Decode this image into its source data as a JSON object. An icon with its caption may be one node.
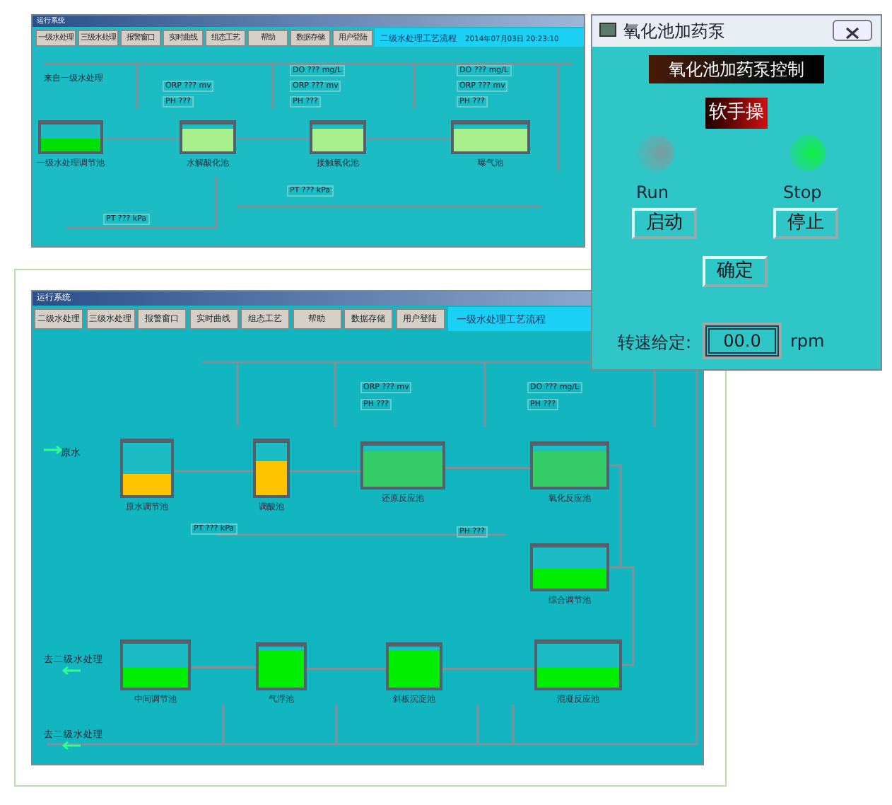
{
  "diagram": {
    "nodes": [
      {
        "text": [
          "运行系统"
        ]
      },
      {
        "text": [
          "一级水处理调节池"
        ],
        "in": 0
      },
      {
        "text": [
          "水解酸化池"
        ],
        "in": 0
      },
      {
        "text": [
          "接触氧化池"
        ],
        "in": 0
      },
      {
        "text": [
          "曝气池"
        ],
        "in": 0
      },
      {
        "text": [
          "氧化池加药泵"
        ]
      },
      {
        "text": [
          "运行系统"
        ]
      },
      {
        "text": [
          "原水调节池"
        ],
        "in": 6
      },
      {
        "text": [
          "调酸池"
        ],
        "in": 6
      },
      {
        "text": [
          "还原反应池"
        ],
        "in": 6
      },
      {
        "text": [
          "氧化反应池"
        ],
        "in": 6
      },
      {
        "text": [
          "综合调节池"
        ],
        "in": 6
      },
      {
        "text": [
          "中间调节池"
        ],
        "in": 6
      },
      {
        "text": [
          "气浮池"
        ],
        "in": 6
      },
      {
        "text": [
          "斜板沉淀池"
        ],
        "in": 6
      },
      {
        "text": [
          "混凝反应池"
        ],
        "in": 6
      }
    ],
    "edges": [
      {
        "from": 1,
        "to": 2,
        "arrow": "none"
      },
      {
        "from": 2,
        "to": 3,
        "arrow": "none"
      },
      {
        "from": 3,
        "to": 4,
        "arrow": "none"
      },
      {
        "from": 7,
        "to": 8,
        "arrow": "none"
      },
      {
        "from": 8,
        "to": 9,
        "arrow": "none"
      },
      {
        "from": 9,
        "to": 10,
        "arrow": "none"
      },
      {
        "from": 10,
        "to": 11,
        "arrow": "none"
      },
      {
        "from": 11,
        "to": 15,
        "arrow": "none"
      },
      {
        "from": 12,
        "to": 13,
        "arrow": "none"
      },
      {
        "from": 13,
        "to": 14,
        "arrow": "none"
      },
      {
        "from": 14,
        "to": 15,
        "arrow": "none"
      }
    ],
    "labels": [
      "一级水处理",
      "三级水处理",
      "报警窗口",
      "实时曲线",
      "组态工艺",
      "帮助",
      "数据存储",
      "用户登陆",
      "二级水处理工艺流程",
      "2014年07月03日 20:23:10",
      "来自一级水处理",
      "ORP ??? mv",
      "PH ???",
      "DO ??? mg/L",
      "ORP ??? mv",
      "PH ???",
      "DO ??? mg/L",
      "ORP ??? mv",
      "PH ???",
      "PT ??? kPa",
      "PT ??? kPa",
      "氧化池加药泵控制",
      "软手操",
      "Run",
      "Stop",
      "启动",
      "停止",
      "确定",
      "转速给定:",
      "00.0",
      "rpm",
      "二级水处理",
      "三级水处理",
      "报警窗口",
      "实时曲线",
      "组态工艺",
      "帮助",
      "数据存储",
      "用户登陆",
      "一级水处理工艺流程",
      "原水",
      "ORP ??? mv",
      "PH ???",
      "DO ??? mg/L",
      "PH ???",
      "PT ??? kPa",
      "PH ???",
      "去二级水处理",
      "去二级水处理"
    ]
  }
}
